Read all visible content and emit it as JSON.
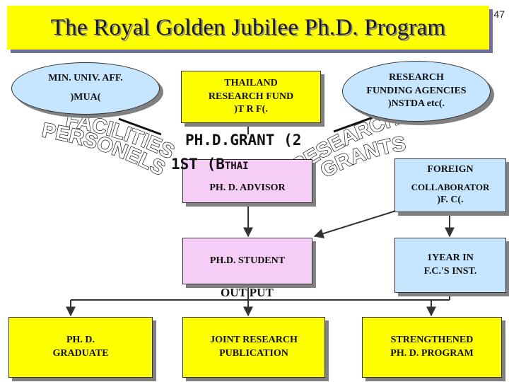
{
  "slide": {
    "title": "The Royal Golden Jubilee Ph.D. Program",
    "page_number": "47"
  },
  "mua": {
    "line1": "MIN. UNIV. AFF.",
    "line2": ")MUA("
  },
  "trf": {
    "line1": "THAILAND",
    "line2": "RESEARCH FUND",
    "line3": ")T R F(."
  },
  "agencies": {
    "line1": "RESEARCH",
    "line2": "FUNDING AGENCIES",
    "line3": ")NSTDA etc(."
  },
  "curved_labels": {
    "facilities": "FACILITIES",
    "personels": "PERSONELS",
    "research": "RESEARCH",
    "grants": "GRANTS"
  },
  "grant_label": {
    "line1": "PH.D.GRANT (2",
    "line2": "1ST (B",
    "sub": "THAI"
  },
  "advisor": {
    "label": "PH. D. ADVISOR"
  },
  "foreign": {
    "line1": "FOREIGN",
    "line2": "COLLABORATOR",
    "line3": ")F. C(."
  },
  "student": {
    "label": "PH.D. STUDENT"
  },
  "year": {
    "line1": "1YEAR IN",
    "line2": "F.C.'S INST."
  },
  "output_label": "OUT PUT",
  "graduate": {
    "line1": "PH. D.",
    "line2": "GRADUATE"
  },
  "joint": {
    "line1": "JOINT RESEARCH",
    "line2": "PUBLICATION"
  },
  "strengthened": {
    "line1": "STRENGTHENED",
    "line2": "PH. D. PROGRAM"
  },
  "colors": {
    "title_bg": "#ffff00",
    "ellipse_bg": "#c6e6ff",
    "pink_box": "#f6cdf6",
    "blue_box": "#c6e6ff"
  }
}
